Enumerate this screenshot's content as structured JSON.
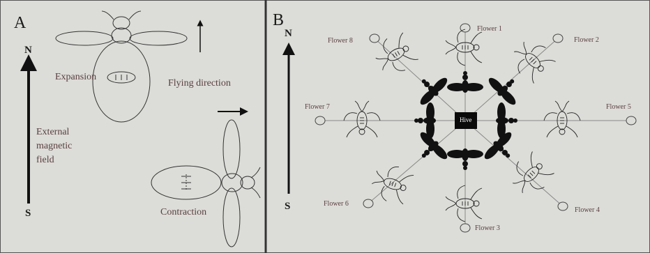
{
  "panel_a": {
    "letter": "A",
    "north": "N",
    "south": "S",
    "expansion_label": "Expansion",
    "flying_direction_label": "Flying direction",
    "magnetic_field_label": [
      "External",
      "magnetic",
      "field"
    ],
    "contraction_label": "Contraction"
  },
  "panel_b": {
    "letter": "B",
    "north": "N",
    "south": "S",
    "hive_label": "Hive",
    "flowers": {
      "f1": "Flower 1",
      "f2": "Flower 2",
      "f3": "Flower 3",
      "f4": "Flower 4",
      "f5": "Flower 5",
      "f6": "Flower 6",
      "f7": "Flower 7",
      "f8": "Flower 8"
    }
  },
  "colors": {
    "background": "#dcdcd8",
    "ink": "#1a1a1a",
    "label_text": "#5a4040",
    "line_gray": "#888888"
  }
}
